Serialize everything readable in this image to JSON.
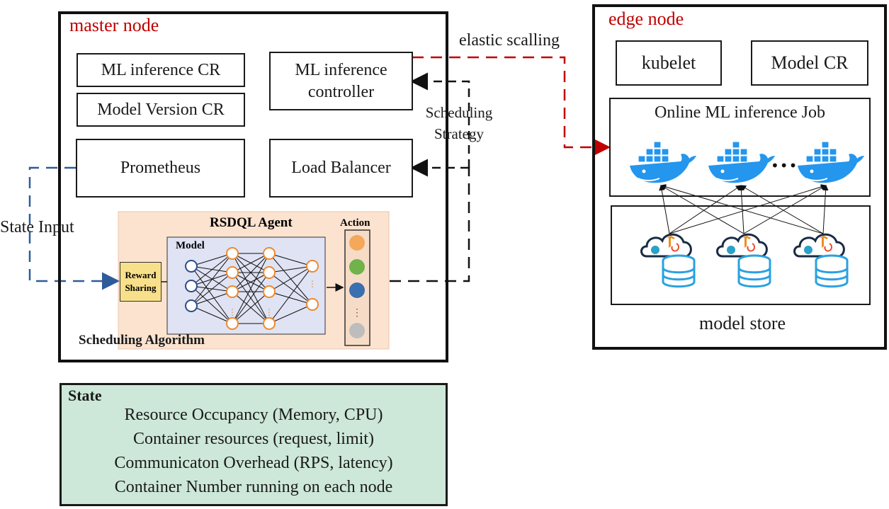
{
  "master": {
    "title": "master node",
    "ml_inference_cr": "ML inference CR",
    "model_version_cr": "Model Version CR",
    "controller_line1": "ML inference",
    "controller_line2": "controller",
    "prometheus": "Prometheus",
    "load_balancer": "Load Balancer",
    "scheduling_strategy_line1": "Scheduling",
    "scheduling_strategy_line2": "Strategy",
    "state_input": "State Input"
  },
  "agent": {
    "title": "RSDQL Agent",
    "model_label": "Model",
    "action_label": "Action",
    "reward_line1": "Reward",
    "reward_line2": "Sharing",
    "algorithm_label": "Scheduling Algorithm",
    "action_colors": [
      "#f5a75a",
      "#6fb34a",
      "#3a6fb0",
      "#bdbdbd"
    ]
  },
  "edge": {
    "title": "edge node",
    "kubelet": "kubelet",
    "model_cr": "Model CR",
    "job_title": "Online ML inference Job",
    "ellipsis": "•••",
    "model_store": "model store",
    "elastic_scaling": "elastic scalling"
  },
  "state": {
    "title": "State",
    "lines": [
      "Resource Occupancy (Memory, CPU)",
      "Container resources (request, limit)",
      "Communicaton Overhead (RPS, latency)",
      "Container Number running on each node"
    ]
  },
  "colors": {
    "red_accent": "#c00000",
    "blue_dash": "#2e5c99",
    "agent_bg": "#fbe3d0",
    "model_bg": "#dfe3f3",
    "state_bg": "#cde8d8",
    "neuron_orange": "#ef8a2e",
    "neuron_blue": "#2a4c8c",
    "docker_blue": "#2496ed"
  },
  "icons": [
    "docker-whale-icon",
    "model-store-icon",
    "tensorflow-icon",
    "pytorch-icon",
    "database-icon",
    "cloud-icon"
  ]
}
